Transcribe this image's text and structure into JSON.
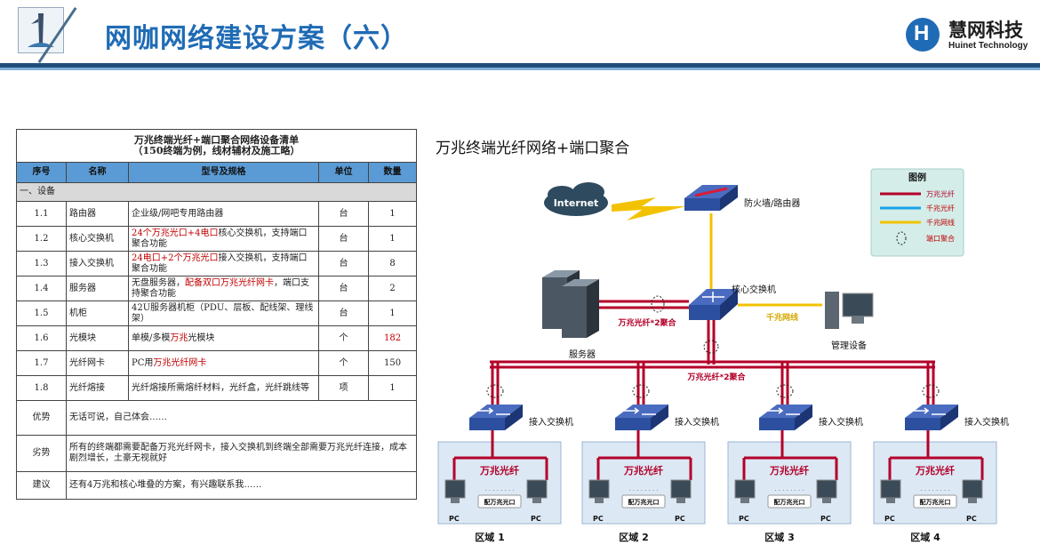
{
  "header": {
    "title": "网咖网络建设方案（六）",
    "brand_cn": "慧网科技",
    "brand_en": "Huinet Technology",
    "brand_letter": "H"
  },
  "table": {
    "title_line1": "万兆终端光纤+端口聚合网络设备清单",
    "title_line2": "（150终端为例，线材辅材及施工略）",
    "headers": [
      "序号",
      "名称",
      "型号及规格",
      "单位",
      "数量"
    ],
    "section": "一、设备",
    "rows": [
      {
        "no": "1.1",
        "name": "路由器",
        "spec_pre": "企业级/网吧专用路由器",
        "spec_red": "",
        "spec_post": "",
        "unit": "台",
        "qty": "1"
      },
      {
        "no": "1.2",
        "name": "核心交换机",
        "spec_pre": "",
        "spec_red": "24个万兆光口+4电口",
        "spec_post": "核心交换机，支持端口聚合功能",
        "unit": "台",
        "qty": "1"
      },
      {
        "no": "1.3",
        "name": "接入交换机",
        "spec_pre": "",
        "spec_red": "24电口+2个万兆光口",
        "spec_post": "接入交换机，支持端口聚合功能",
        "unit": "台",
        "qty": "8"
      },
      {
        "no": "1.4",
        "name": "服务器",
        "spec_pre": "无盘服务器，",
        "spec_red": "配备双口万兆光纤网卡",
        "spec_post": "，端口支持聚合功能",
        "unit": "台",
        "qty": "2"
      },
      {
        "no": "1.5",
        "name": "机柜",
        "spec_pre": "42U服务器机柜（PDU、层板、配线架、理线架）",
        "spec_red": "",
        "spec_post": "",
        "unit": "台",
        "qty": "1"
      },
      {
        "no": "1.6",
        "name": "光模块",
        "spec_pre": "单模/多模",
        "spec_red": "万兆",
        "spec_post": "光模块",
        "unit": "个",
        "qty": "182"
      },
      {
        "no": "1.7",
        "name": "光纤网卡",
        "spec_pre": "PC用",
        "spec_red": "万兆光纤网卡",
        "spec_post": "",
        "unit": "个",
        "qty": "150"
      },
      {
        "no": "1.8",
        "name": "光纤熔接",
        "spec_pre": "光纤熔接所需熔纤材料，光纤盒，光纤跳线等",
        "spec_red": "",
        "spec_post": "",
        "unit": "项",
        "qty": "1"
      }
    ],
    "advantage_label": "优势",
    "advantage_text": "无话可说，自己体会……",
    "disadvantage_label": "劣势",
    "disadvantage_text": "所有的终端都需要配备万兆光纤网卡，接入交换机到终端全部需要万兆光纤连接，成本剧烈增长，土豪无视就好",
    "suggestion_label": "建议",
    "suggestion_text": "还有4万兆和核心堆叠的方案，有兴趣联系我……"
  },
  "diagram": {
    "title": "万兆终端光纤网络+端口聚合",
    "internet": "Internet",
    "firewall": "防火墙/路由器",
    "core": "核心交换机",
    "server": "服务器",
    "mgmt": "管理设备",
    "gig_link": "千兆网线",
    "server_link": "万兆光纤*2聚合",
    "core_link": "万兆光纤*2聚合",
    "access": "接入交换机",
    "fiber": "万兆光纤",
    "nic": "配万兆光口",
    "pc": "PC",
    "dots": "· · · · · · · ·",
    "areas": [
      "区域 1",
      "区域 2",
      "区域 3",
      "区域 4"
    ],
    "legend": {
      "title": "图例",
      "items": [
        "万兆光纤",
        "千兆光纤",
        "千兆网线",
        "端口聚合"
      ],
      "colors": [
        "#b4002a",
        "#1aa3e8",
        "#f2c200",
        "#222222"
      ]
    },
    "colors": {
      "fiber10g": "#b4002a",
      "gig": "#f2c200",
      "switch": "#2d4fa0",
      "area_bg": "#dce8f4"
    }
  }
}
